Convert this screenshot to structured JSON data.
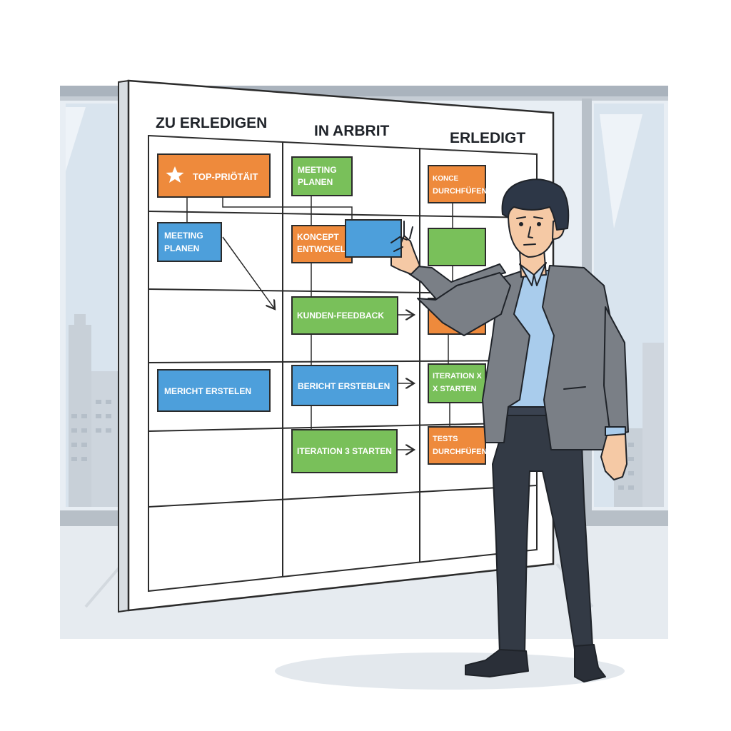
{
  "board": {
    "columns": [
      "ZU ERLEDIGEN",
      "IN ARBRIT",
      "ERLEDIGT"
    ]
  },
  "cards": {
    "todo_top_priority": "TOP-PRIÖTÄIT",
    "todo_meeting_1": "MEETING",
    "todo_meeting_2": "PLANEN",
    "todo_bericht": "MERICHT ERSTELEN",
    "prog_meeting_1": "MEETING",
    "prog_meeting_2": "PLANEN",
    "prog_konzept_1": "KONCEPT",
    "prog_konzept_2": "ENTWCKELN",
    "prog_feedback": "KUNDEN-FEEDBACK",
    "prog_bericht": "BERICHT ERSTEBLEN",
    "prog_iteration": "ITERATION 3 STARTEN",
    "done_konc_1": "KONCE",
    "done_konc_2": "DURCHFÜFEN",
    "done_iteration_1": "ITERATION X",
    "done_iteration_2": "X STARTEN",
    "done_tests_1": "TESTS",
    "done_tests_2": "DURCHFÜFEN"
  },
  "colors": {
    "orange": "#ee8a3c",
    "green": "#79c05a",
    "blue": "#4d9fdb",
    "board_bg": "#ffffff",
    "grid_line": "#2b2b2b",
    "window_frame": "#aeb6bf",
    "sky": "#e4ecf4"
  },
  "icons": {
    "priority": "star-icon"
  }
}
